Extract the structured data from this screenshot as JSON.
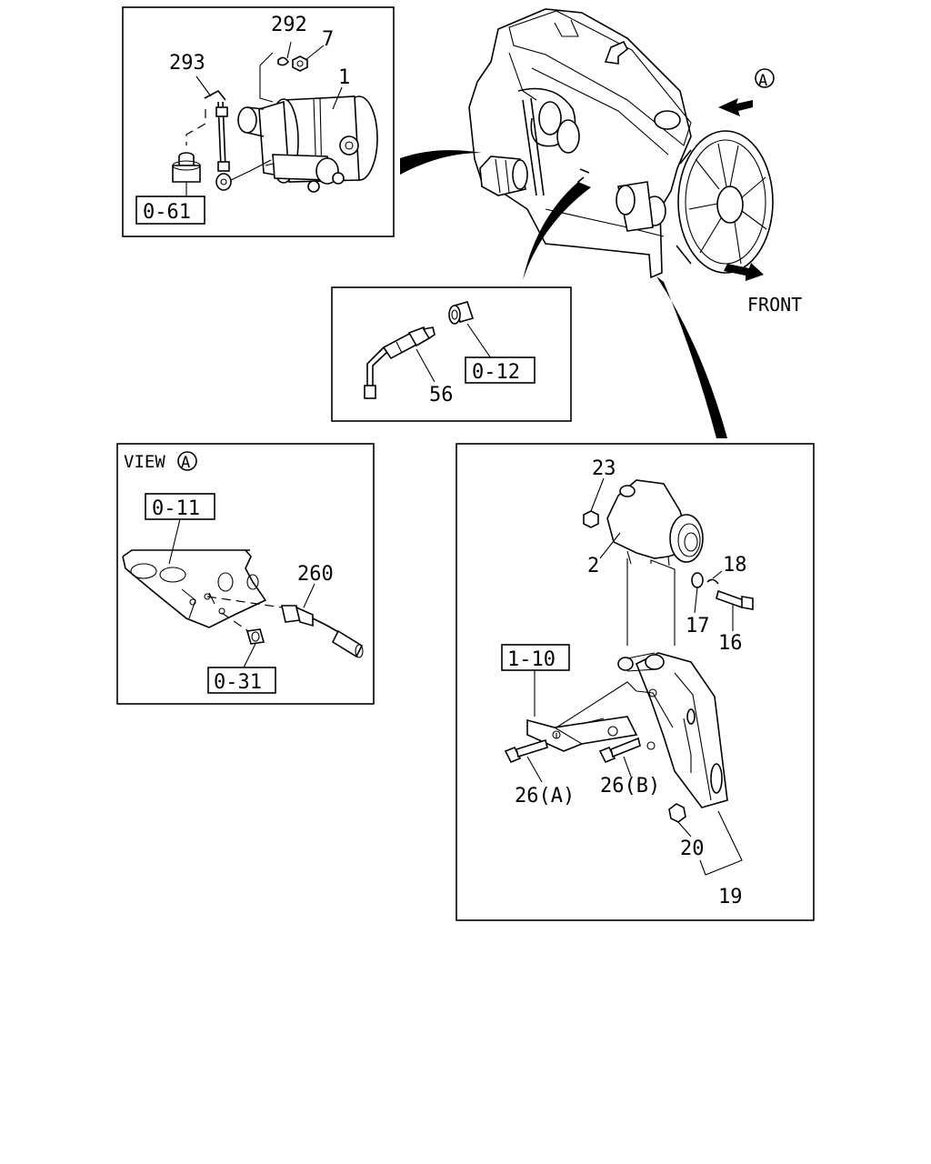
{
  "labels": {
    "starter_inset": {
      "p292": "292",
      "p7": "7",
      "p293": "293",
      "p1": "1",
      "ref": "0-61"
    },
    "engine": {
      "view_marker": "A",
      "front": "FRONT"
    },
    "sensor_inset": {
      "p56": "56",
      "ref": "0-12"
    },
    "view_inset": {
      "title": "VIEW",
      "marker": "A",
      "ref_top": "0-11",
      "p260": "260",
      "ref_bottom": "0-31"
    },
    "bracket_inset": {
      "p23": "23",
      "p2": "2",
      "p18": "18",
      "p17": "17",
      "p16": "16",
      "ref": "1-10",
      "p26a": "26(A)",
      "p26b": "26(B)",
      "p20": "20",
      "p19": "19"
    }
  }
}
